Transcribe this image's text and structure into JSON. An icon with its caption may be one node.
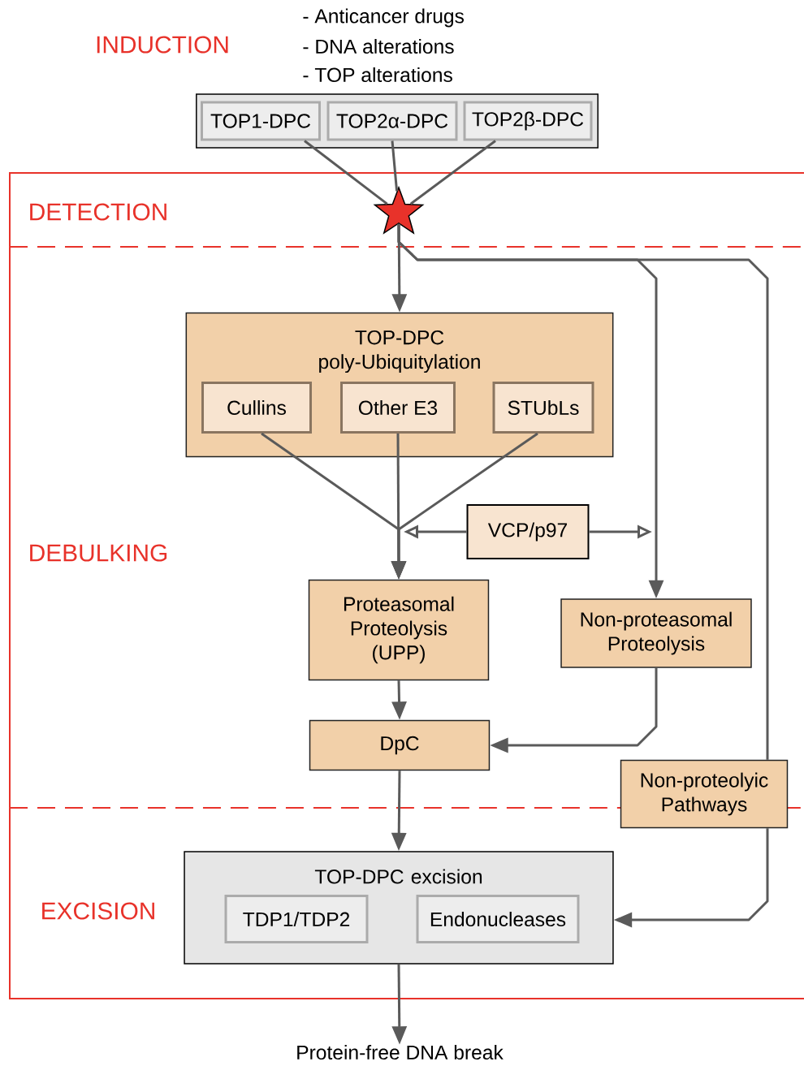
{
  "diagram": {
    "nodes": [
      {
        "text": [],
        "shape": "box"
      },
      {
        "text": [
          "TOP1-DPC"
        ],
        "in": 0
      },
      {
        "text": [
          "TOP2α-DPC"
        ],
        "in": 0
      },
      {
        "text": [
          "TOP2β-DPC"
        ],
        "in": 0
      },
      {
        "text": [],
        "shape": "star"
      },
      {
        "text": [
          "TOP-DPC poly-Ubiquitylation"
        ]
      },
      {
        "text": [
          "Cullins"
        ],
        "in": 5
      },
      {
        "text": [
          "Other E3"
        ],
        "in": 5
      },
      {
        "text": [
          "STUbLs"
        ],
        "in": 5
      },
      {
        "text": [
          "VCP/p97"
        ]
      },
      {
        "text": [
          "Proteasomal Proteolysis (UPP)"
        ]
      },
      {
        "text": [
          "Non-proteasomal Proteolysis"
        ]
      },
      {
        "text": [
          "DpC"
        ]
      },
      {
        "text": [
          "Non-proteolyic Pathways"
        ]
      },
      {
        "text": [
          "TOP-DPC excision"
        ]
      },
      {
        "text": [
          "TDP1/TDP2"
        ],
        "in": 14
      },
      {
        "text": [
          "Endonucleases"
        ],
        "in": 14
      },
      {
        "text": [
          "Protein-free DNA break"
        ]
      }
    ],
    "edges": [
      {
        "from": 1,
        "to": 4,
        "arrow": "none"
      },
      {
        "from": 2,
        "to": 4,
        "arrow": "none"
      },
      {
        "from": 3,
        "to": 4,
        "arrow": "none"
      },
      {
        "from": 4,
        "to": 5,
        "arrow": "to"
      },
      {
        "from": 4,
        "to": 11,
        "arrow": "to"
      },
      {
        "from": 4,
        "to": 13,
        "arrow": "none"
      },
      {
        "from": 6,
        "to": 10,
        "arrow": "to"
      },
      {
        "from": 7,
        "to": 10,
        "arrow": "to"
      },
      {
        "from": 8,
        "to": 10,
        "arrow": "to"
      },
      {
        "from": 9,
        "to": null,
        "arrow": "to"
      },
      {
        "from": 9,
        "to": null,
        "arrow": "to"
      },
      {
        "from": 10,
        "to": 12,
        "arrow": "to"
      },
      {
        "from": 11,
        "to": 12,
        "arrow": "to"
      },
      {
        "from": 13,
        "to": 14,
        "arrow": "to"
      },
      {
        "from": 12,
        "to": 14,
        "arrow": "to"
      },
      {
        "from": 14,
        "to": 17,
        "arrow": "to"
      }
    ],
    "labels": [
      "INDUCTION",
      "- Anticancer drugs",
      "- DNA alterations",
      "- TOP alterations",
      "DETECTION",
      "DEBULKING",
      "EXCISION"
    ]
  }
}
